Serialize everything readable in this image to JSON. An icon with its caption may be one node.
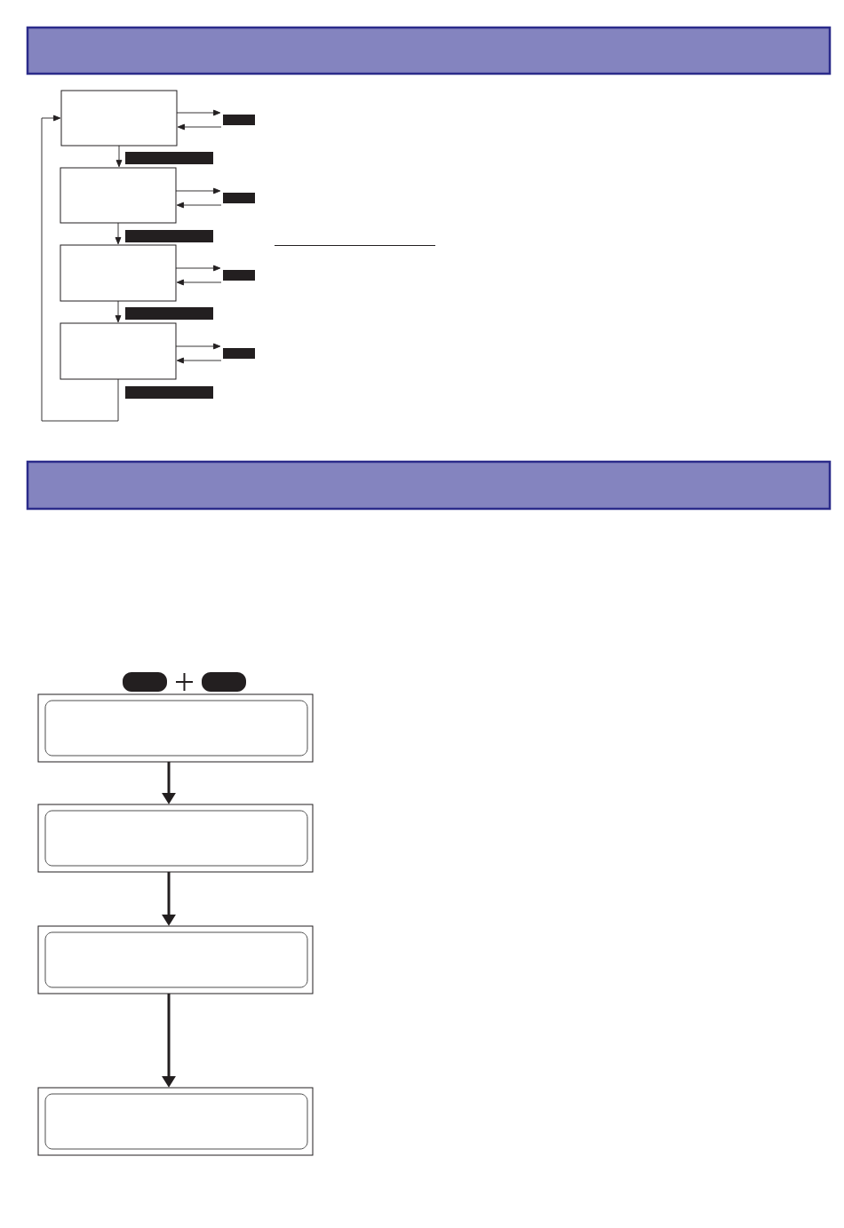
{
  "diagram": {
    "nodes": [
      {
        "text": [],
        "shape": "box"
      },
      {
        "text": [],
        "shape": "bar"
      },
      {
        "text": [],
        "shape": "bar"
      },
      {
        "text": [],
        "shape": "box"
      },
      {
        "text": [],
        "shape": "bar"
      },
      {
        "text": [],
        "shape": "bar"
      },
      {
        "text": [],
        "shape": "box"
      },
      {
        "text": [],
        "shape": "bar"
      },
      {
        "text": [],
        "shape": "bar"
      },
      {
        "text": [],
        "shape": "box"
      },
      {
        "text": [],
        "shape": "bar"
      },
      {
        "text": [],
        "shape": "bar"
      },
      {
        "text": [],
        "shape": "pill"
      },
      {
        "text": [],
        "shape": "pill"
      },
      {
        "text": [],
        "shape": "box"
      },
      {
        "text": [],
        "shape": "box"
      },
      {
        "text": [],
        "shape": "box"
      },
      {
        "text": [],
        "shape": "box"
      }
    ],
    "edges": [
      {
        "from": 0,
        "to": 3,
        "arrow": "to"
      },
      {
        "from": 3,
        "to": 6,
        "arrow": "to"
      },
      {
        "from": 6,
        "to": 9,
        "arrow": "to"
      },
      {
        "from": 9,
        "to": 0,
        "arrow": "to"
      },
      {
        "from": 0,
        "to": 1,
        "arrow": "to"
      },
      {
        "from": 1,
        "to": 0,
        "arrow": "to"
      },
      {
        "from": 3,
        "to": 4,
        "arrow": "to"
      },
      {
        "from": 4,
        "to": 3,
        "arrow": "to"
      },
      {
        "from": 6,
        "to": 7,
        "arrow": "to"
      },
      {
        "from": 7,
        "to": 6,
        "arrow": "to"
      },
      {
        "from": 9,
        "to": 10,
        "arrow": "to"
      },
      {
        "from": 10,
        "to": 9,
        "arrow": "to"
      },
      {
        "from": 14,
        "to": 15,
        "arrow": "to",
        "style": "thick"
      },
      {
        "from": 15,
        "to": 16,
        "arrow": "to",
        "style": "thick"
      },
      {
        "from": 16,
        "to": 17,
        "arrow": "to",
        "style": "thick"
      }
    ]
  }
}
